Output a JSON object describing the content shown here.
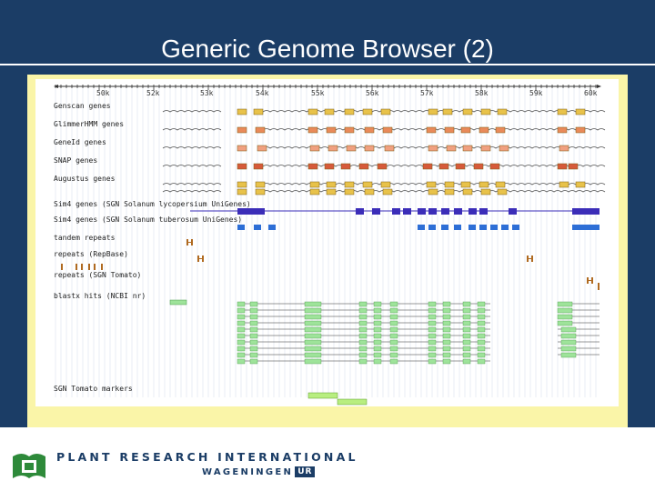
{
  "slide": {
    "title": "Generic Genome Browser (2)"
  },
  "ruler": {
    "ticks": [
      "50k",
      "52k",
      "53k",
      "54k",
      "55k",
      "56k",
      "57k",
      "58k",
      "59k",
      "60k"
    ]
  },
  "tracks": [
    {
      "label": "Genscan genes"
    },
    {
      "label": "GlimmerHMM genes"
    },
    {
      "label": "GeneId genes"
    },
    {
      "label": "SNAP genes"
    },
    {
      "label": "Augustus genes"
    },
    {
      "label": "Sim4 genes (SGN Solanum lycopersium UniGenes)"
    },
    {
      "label": "Sim4 genes (SGN Solanum tuberosum UniGenes)"
    },
    {
      "label": "tandem repeats"
    },
    {
      "label": "repeats (RepBase)"
    },
    {
      "label": "repeats (SGN Tomato)"
    },
    {
      "label": "blastx hits (NCBI nr)"
    },
    {
      "label": "SGN Tomato markers"
    }
  ],
  "colors": {
    "background": "#1b3d66",
    "frame": "#faf5a8",
    "genscan": "#e8c24a",
    "glimmer": "#e98a5a",
    "geneid": "#f0a080",
    "snap": "#d65a3a",
    "augustus": "#e8c24a",
    "sim4_lycopersicum": "#3b2db8",
    "sim4_tuberosum": "#2d6ed6",
    "repeats": "#b06a20",
    "blastx": "#9ee39a",
    "markers": "#b8ee80"
  },
  "footer": {
    "org_name": "PLANT RESEARCH INTERNATIONAL",
    "org_sub_a": "WAGENINGEN",
    "org_sub_b": "UR"
  }
}
